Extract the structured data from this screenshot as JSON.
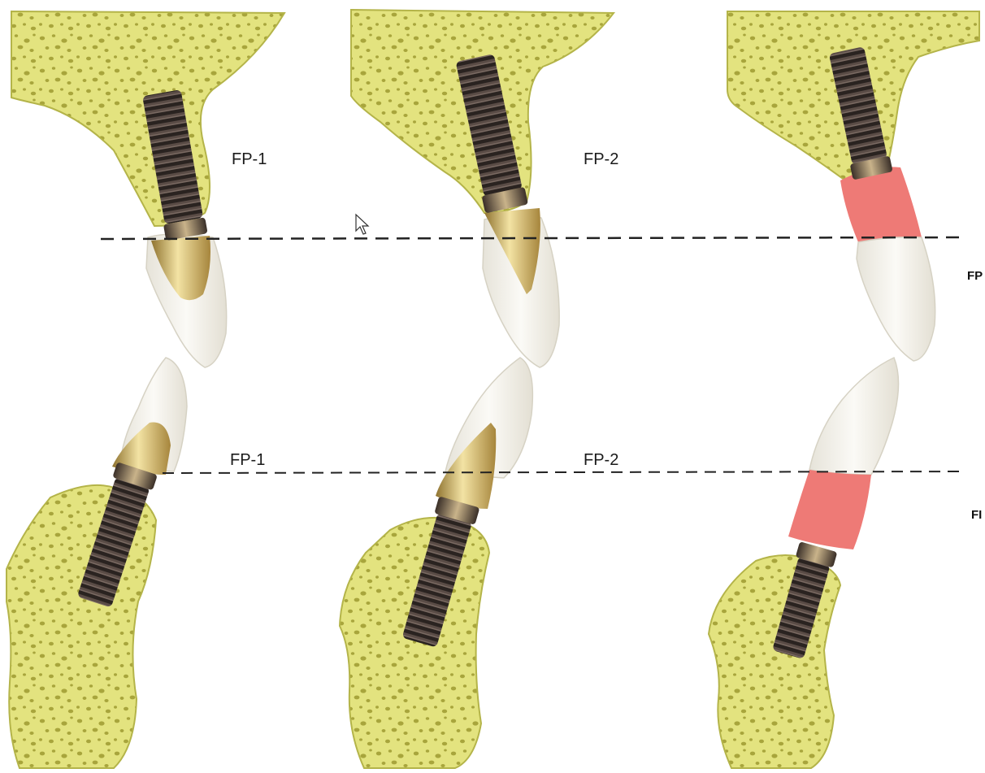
{
  "labels": {
    "upper_left": "FP-1",
    "upper_middle": "FP-2",
    "lower_left": "FP-1",
    "lower_middle": "FP-2",
    "upper_right_cut": "FP",
    "lower_right_cut": "FI"
  },
  "colors": {
    "bone": "#e3e37f",
    "bone_edge": "#b4b449",
    "bone_pore": "#a8a53c",
    "implant_dark": "#2a2320",
    "implant_thread": "#5a4c46",
    "gold": "#cfae52",
    "gold_light": "#f3e3a4",
    "crown": "#f1efe8",
    "gum_pink": "#ee7a76",
    "dashed_line": "#222222"
  },
  "icons": [
    "mouse-cursor-icon"
  ]
}
